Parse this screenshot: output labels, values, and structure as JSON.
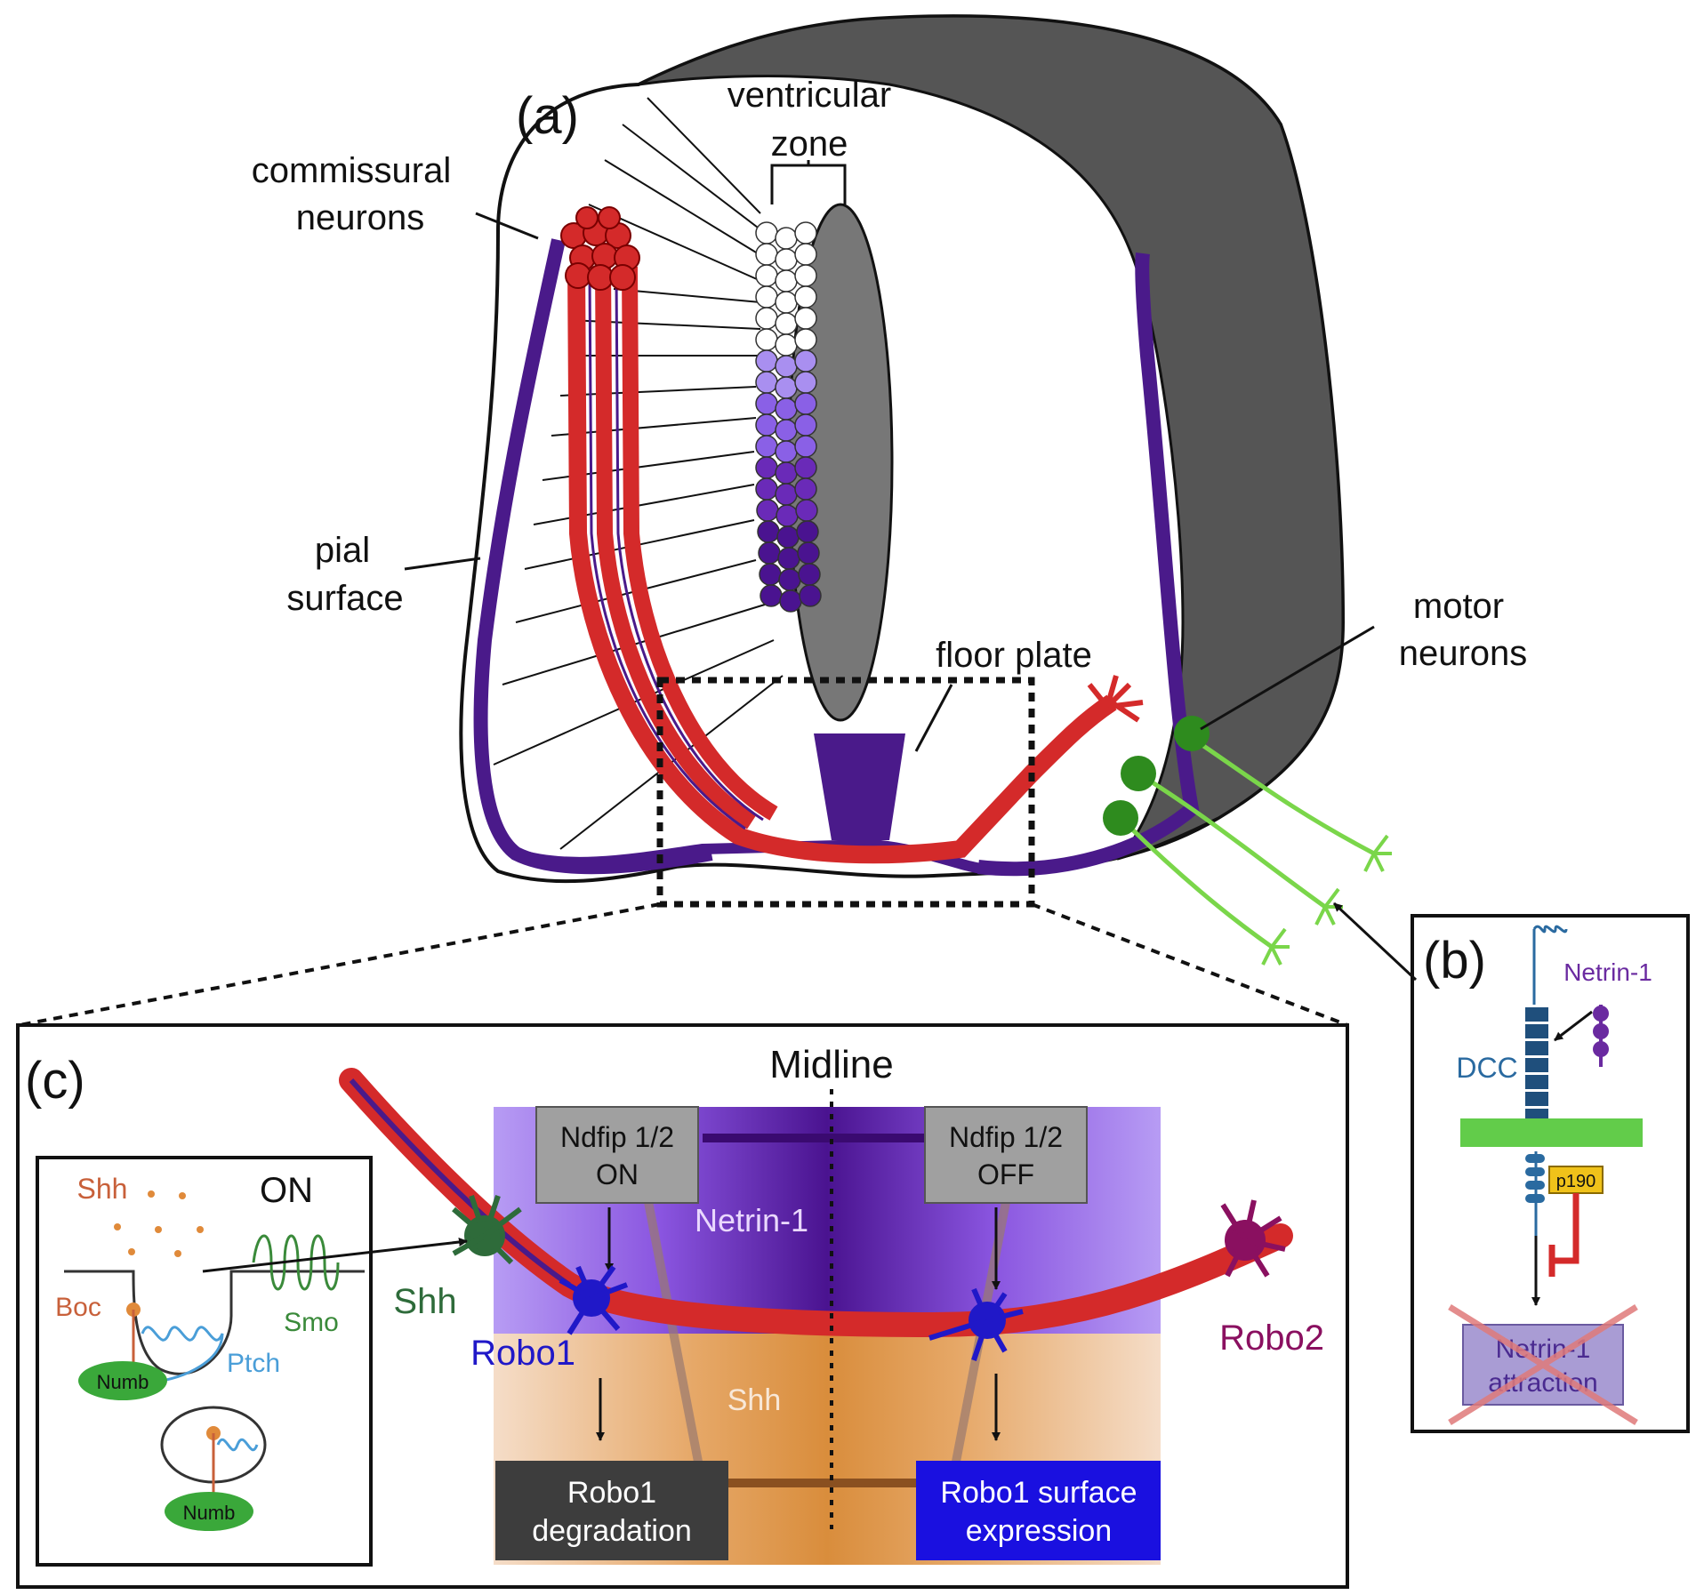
{
  "panel_a": {
    "tag": "(a)",
    "ventricular_zone": [
      "ventricular",
      "zone"
    ],
    "commissural_neurons": [
      "commissural",
      "neurons"
    ],
    "pial_surface": [
      "pial",
      "surface"
    ],
    "floor_plate": "floor plate",
    "motor_neurons": [
      "motor",
      "neurons"
    ]
  },
  "panel_b": {
    "tag": "(b)",
    "netrin": "Netrin-1",
    "dcc": "DCC",
    "p190": "p190",
    "outcome": [
      "Netrin-1",
      "attraction"
    ]
  },
  "panel_c": {
    "tag": "(c)",
    "midline": "Midline",
    "inset": {
      "shh": "Shh",
      "on": "ON",
      "boc": "Boc",
      "smo": "Smo",
      "ptch": "Ptch",
      "numb": "Numb",
      "numb2": "Numb"
    },
    "ndfip_on": [
      "Ndfip 1/2",
      "ON"
    ],
    "ndfip_off": [
      "Ndfip 1/2",
      "OFF"
    ],
    "netrin": "Netrin-1",
    "shh_zone": "Shh",
    "shh_growth_cone": "Shh",
    "robo1": "Robo1",
    "robo2": "Robo2",
    "degradation": [
      "Robo1",
      "degradation"
    ],
    "surface": [
      "Robo1 surface",
      "expression"
    ]
  },
  "colors": {
    "axon_red": "#d42a2a",
    "purple_dark": "#4a1a8a",
    "purple_mid": "#7a3fd0",
    "lavender": "#a98ff0",
    "grey_tissue": "#555555",
    "green_neuron": "#2e8b1e",
    "robo1_blue": "#2018c8",
    "robo2_magenta": "#8a1060",
    "dcc_blue": "#2a6aa0",
    "membrane_green": "#62cc4a",
    "shh_orange": "#e0a060",
    "surface_blue": "#1a10e0"
  }
}
